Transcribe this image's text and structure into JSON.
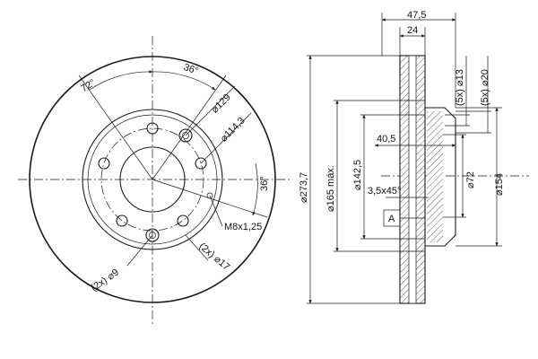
{
  "front_view": {
    "angle_72": "72°",
    "angle_36_top": "36°",
    "angle_36_right": "36°",
    "dim_129": "⌀129",
    "dim_114_3": "⌀114,3",
    "thread": "M8x1,25",
    "holes_9": "(2x) ⌀9",
    "holes_17": "(2x) ⌀17"
  },
  "section_view": {
    "width_47_5": "47,5",
    "width_24": "24",
    "dim_273_7": "⌀273,7",
    "dim_165_max": "⌀165 máx.",
    "dim_142_5": "⌀142,5",
    "dim_40_5": "40,5",
    "chamfer": "3,5x45°",
    "datum": "A",
    "dim_5x13": "(5x) ⌀13",
    "dim_5x20": "(5x) ⌀20",
    "dim_72": "⌀72",
    "dim_154": "⌀154"
  }
}
